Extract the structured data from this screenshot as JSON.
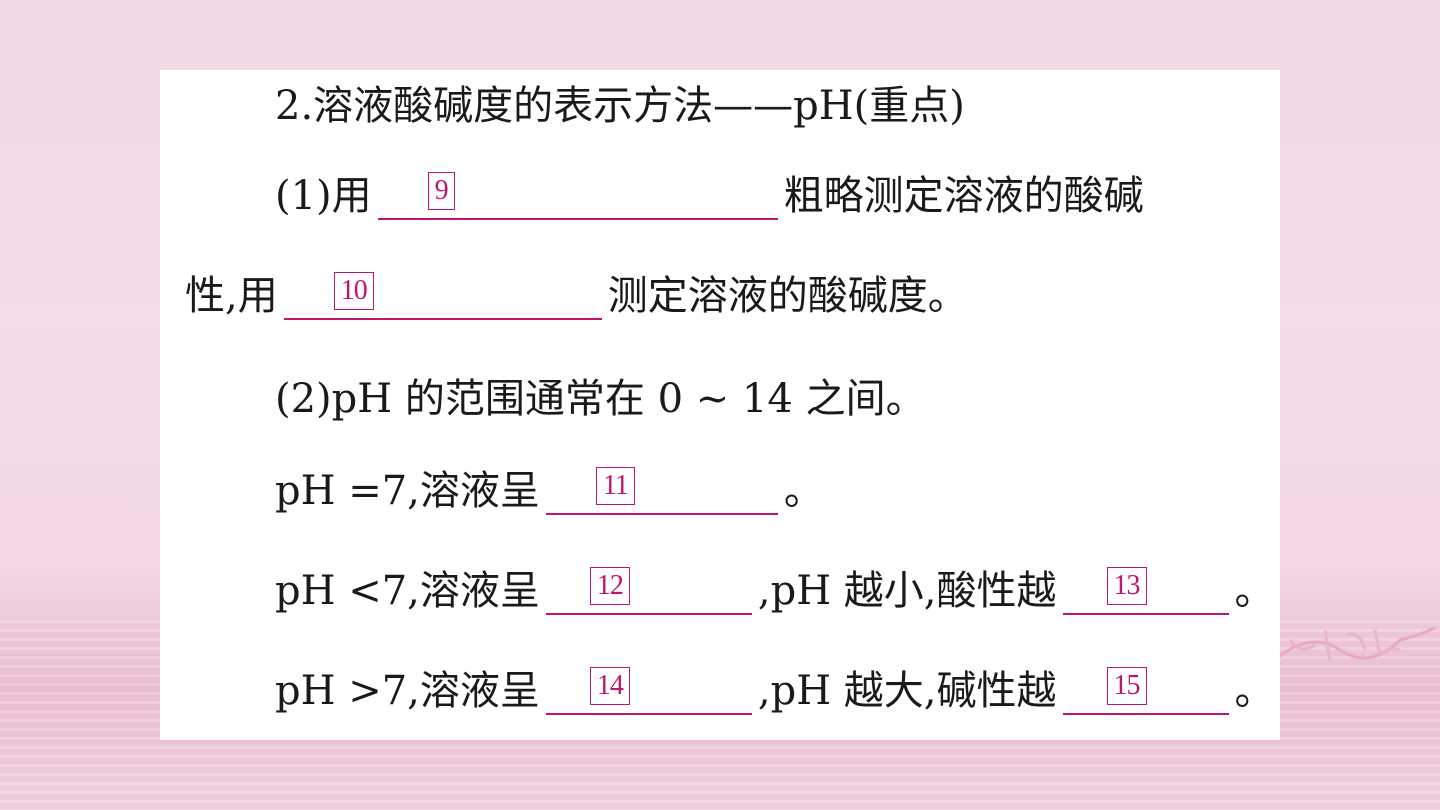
{
  "content": {
    "heading": "2.溶液酸碱度的表示方法——pH(重点)",
    "line1_prefix": "(1)用",
    "line1_suffix": "粗略测定溶液的酸碱",
    "line2_prefix": "性,用",
    "line2_suffix": "测定溶液的酸碱度。",
    "line3": "(2)pH 的范围通常在 0 ~ 14 之间。",
    "line4_prefix": "pH =7,溶液呈",
    "line4_suffix": "。",
    "line5_prefix": "pH <7,溶液呈",
    "line5_mid": ",pH 越小,酸性越",
    "line5_suffix": "。",
    "line6_prefix": "pH >7,溶液呈",
    "line6_mid": ",pH 越大,碱性越",
    "line6_suffix": "。",
    "blanks": [
      "9",
      "10",
      "11",
      "12",
      "13",
      "14",
      "15"
    ]
  },
  "colors": {
    "accent": "#c0156e",
    "text": "#1a1a1a",
    "card": "#ffffff"
  }
}
